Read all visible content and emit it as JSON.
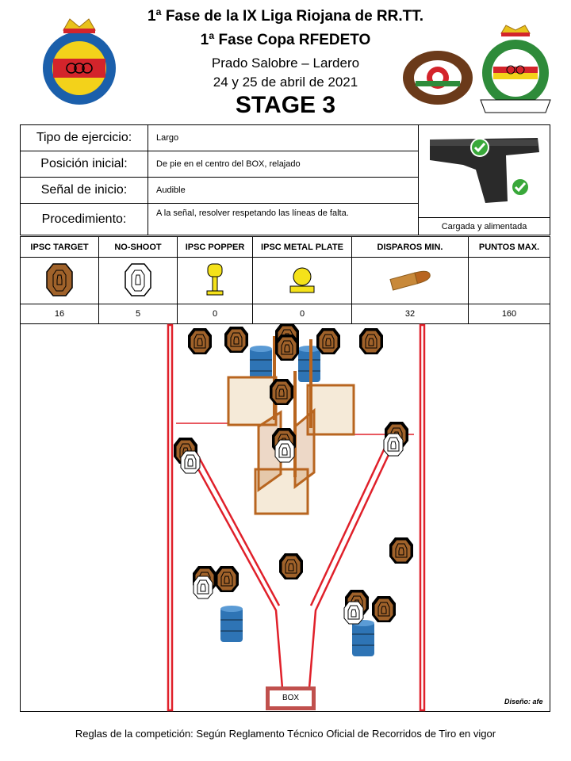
{
  "header": {
    "line1": "1ª Fase de la IX Liga Riojana de RR.TT.",
    "line2": "1ª Fase Copa RFEDETO",
    "line3": "Prado Salobre – Lardero",
    "line4": "24 y 25 de abril de 2021",
    "stage": "STAGE 3"
  },
  "info": {
    "rows": [
      {
        "label": "Tipo de ejercicio:",
        "value": "Largo"
      },
      {
        "label": "Posición inicial:",
        "value": "De pie en el centro del BOX, relajado"
      },
      {
        "label": "Señal de inicio:",
        "value": "Audible"
      },
      {
        "label": "Procedimiento:",
        "value": "A la señal, resolver respetando las líneas de falta."
      }
    ],
    "gun_caption": "Cargada y alimentada"
  },
  "targets": {
    "headers": [
      "IPSC TARGET",
      "NO-SHOOT",
      "IPSC POPPER",
      "IPSC METAL PLATE",
      "DISPAROS MIN.",
      "PUNTOS MAX."
    ],
    "counts": [
      "16",
      "5",
      "0",
      "0",
      "32",
      "160"
    ]
  },
  "stage": {
    "box_label": "BOX",
    "credit": "Diseño: afe"
  },
  "colors": {
    "fault_line": "#e0202a",
    "target_brown": "#a0622a",
    "popper_yellow": "#f5e21a",
    "barrel_blue": "#2e74b5",
    "wall_brown": "#b8651f",
    "box_border": "#c0504d"
  },
  "footer": "Reglas de la competición: Según Reglamento Técnico Oficial de Recorridos de Tiro en vigor"
}
